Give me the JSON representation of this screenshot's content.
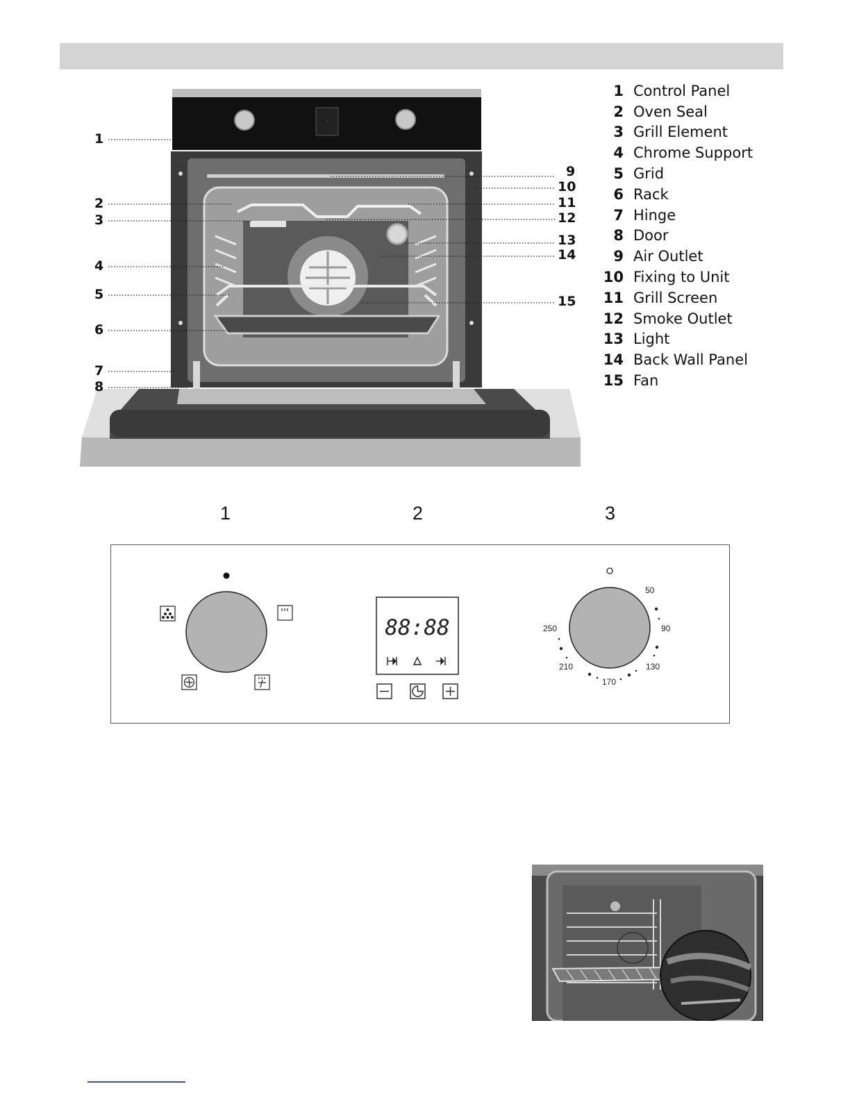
{
  "legend": [
    {
      "num": "1",
      "label": "Control Panel"
    },
    {
      "num": "2",
      "label": "Oven Seal"
    },
    {
      "num": "3",
      "label": "Grill Element"
    },
    {
      "num": "4",
      "label": "Chrome Support"
    },
    {
      "num": "5",
      "label": "Grid"
    },
    {
      "num": "6",
      "label": "Rack"
    },
    {
      "num": "7",
      "label": "Hinge"
    },
    {
      "num": "8",
      "label": "Door"
    },
    {
      "num": "9",
      "label": "Air Outlet"
    },
    {
      "num": "10",
      "label": "Fixing to Unit"
    },
    {
      "num": "11",
      "label": "Grill Screen"
    },
    {
      "num": "12",
      "label": "Smoke Outlet"
    },
    {
      "num": "13",
      "label": "Light"
    },
    {
      "num": "14",
      "label": "Back Wall Panel"
    },
    {
      "num": "15",
      "label": "Fan"
    }
  ],
  "callouts": {
    "left": [
      "1",
      "2",
      "3",
      "4",
      "5",
      "6",
      "7",
      "8"
    ],
    "right": [
      "9",
      "10",
      "11",
      "12",
      "13",
      "14",
      "15"
    ]
  },
  "control_panel": {
    "headings": [
      "1",
      "2",
      "3"
    ],
    "timer_display": "88:88",
    "temperature_marks": [
      "50",
      "90",
      "130",
      "170",
      "210",
      "250"
    ]
  },
  "colors": {
    "header_bar": "#d4d4d4",
    "knob_fill": "#b3b3b3",
    "footer_link": "#3a4fb0"
  }
}
